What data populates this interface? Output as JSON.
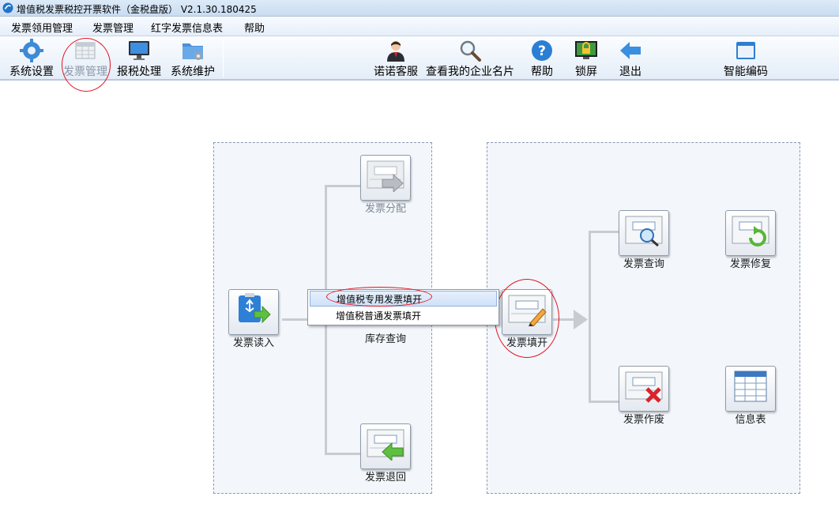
{
  "window": {
    "title": "增值税发票税控开票软件（金税盘版） V2.1.30.180425"
  },
  "menubar": [
    "发票领用管理",
    "发票管理",
    "红字发票信息表",
    "帮助"
  ],
  "toolbar": {
    "system_settings": "系统设置",
    "invoice_management": "发票管理",
    "tax_filing": "报税处理",
    "system_maintenance": "系统维护",
    "customer_service": "诺诺客服",
    "company_card": "查看我的企业名片",
    "help": "帮助",
    "lock_screen": "锁屏",
    "exit": "退出",
    "smart_coding": "智能编码"
  },
  "flow": {
    "invoice_read": "发票读入",
    "invoice_distribute": "发票分配",
    "stock_query": "库存查询",
    "invoice_return": "发票退回",
    "invoice_fill": "发票填开",
    "invoice_query": "发票查询",
    "invoice_repair": "发票修复",
    "invoice_void": "发票作废",
    "info_table": "信息表"
  },
  "context_menu": {
    "items": [
      "增值税专用发票填开",
      "增值税普通发票填开"
    ],
    "highlighted_index": 0
  },
  "colors": {
    "annotation_ring": "#e0141e",
    "highlight": "#cfe1f8"
  }
}
